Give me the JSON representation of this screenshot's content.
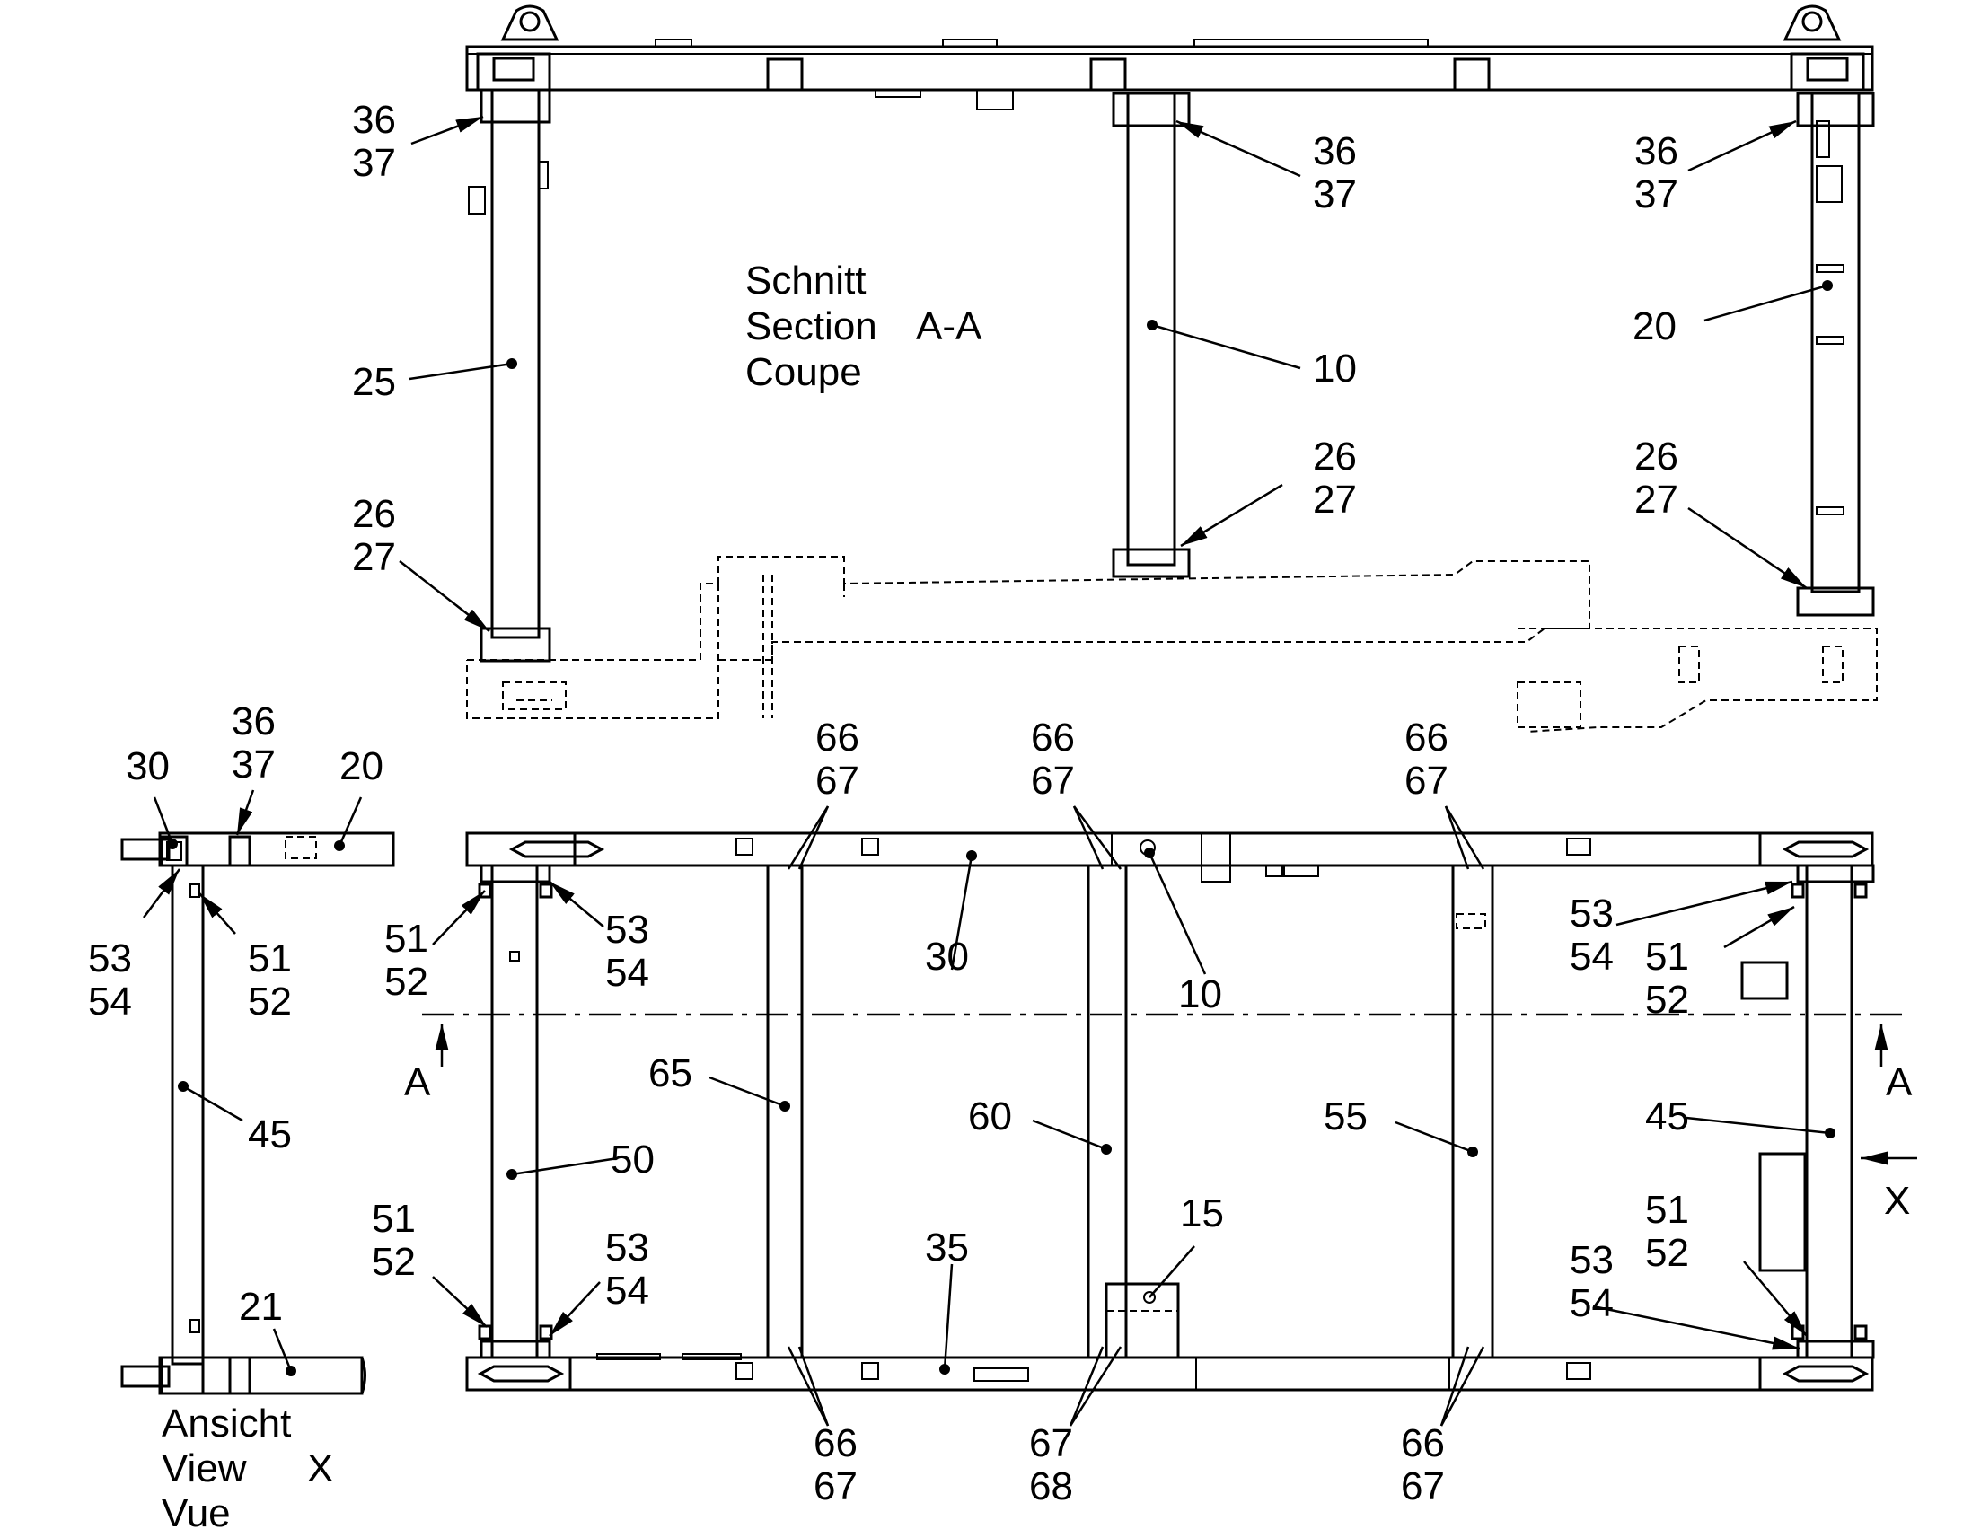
{
  "section_view": {
    "title_lines": [
      "Schnitt",
      "Section",
      "Coupe"
    ],
    "section_id": "A-A",
    "labels": {
      "tl_36": "36",
      "tl_37": "37",
      "tm_36": "36",
      "tm_37": "37",
      "tr_36": "36",
      "tr_37": "37",
      "p25": "25",
      "p10": "10",
      "p20": "20",
      "bl_26": "26",
      "bl_27": "27",
      "bm_26": "26",
      "bm_27": "27",
      "br_26": "26",
      "br_27": "27"
    }
  },
  "view_x": {
    "caption_lines": [
      "Ansicht",
      "View",
      "Vue"
    ],
    "view_id": "X",
    "labels": {
      "p30": "30",
      "p36": "36",
      "p37": "37",
      "p20": "20",
      "p53": "53",
      "p54": "54",
      "p51": "51",
      "p52": "52",
      "p45": "45",
      "p21": "21"
    }
  },
  "plan_view": {
    "section_marker": "A",
    "view_marker": "X",
    "labels": {
      "t1_66": "66",
      "t1_67": "67",
      "t2_66": "66",
      "t2_67": "67",
      "t3_66": "66",
      "t3_67": "67",
      "p30": "30",
      "p10": "10",
      "l_51": "51",
      "l_52": "52",
      "l_53": "53",
      "l_54": "54",
      "r_53": "53",
      "r_54": "54",
      "r_51": "51",
      "r_52": "52",
      "p65": "65",
      "p60": "60",
      "p55": "55",
      "p45": "45",
      "p50": "50",
      "bl_51": "51",
      "bl_52": "52",
      "bl_53": "53",
      "bl_54": "54",
      "p35": "35",
      "p15": "15",
      "br_51": "51",
      "br_52": "52",
      "br_53": "53",
      "br_54": "54",
      "b1_66": "66",
      "b1_67": "67",
      "b2_67": "67",
      "b2_68": "68",
      "b3_66": "66",
      "b3_67": "67"
    }
  }
}
